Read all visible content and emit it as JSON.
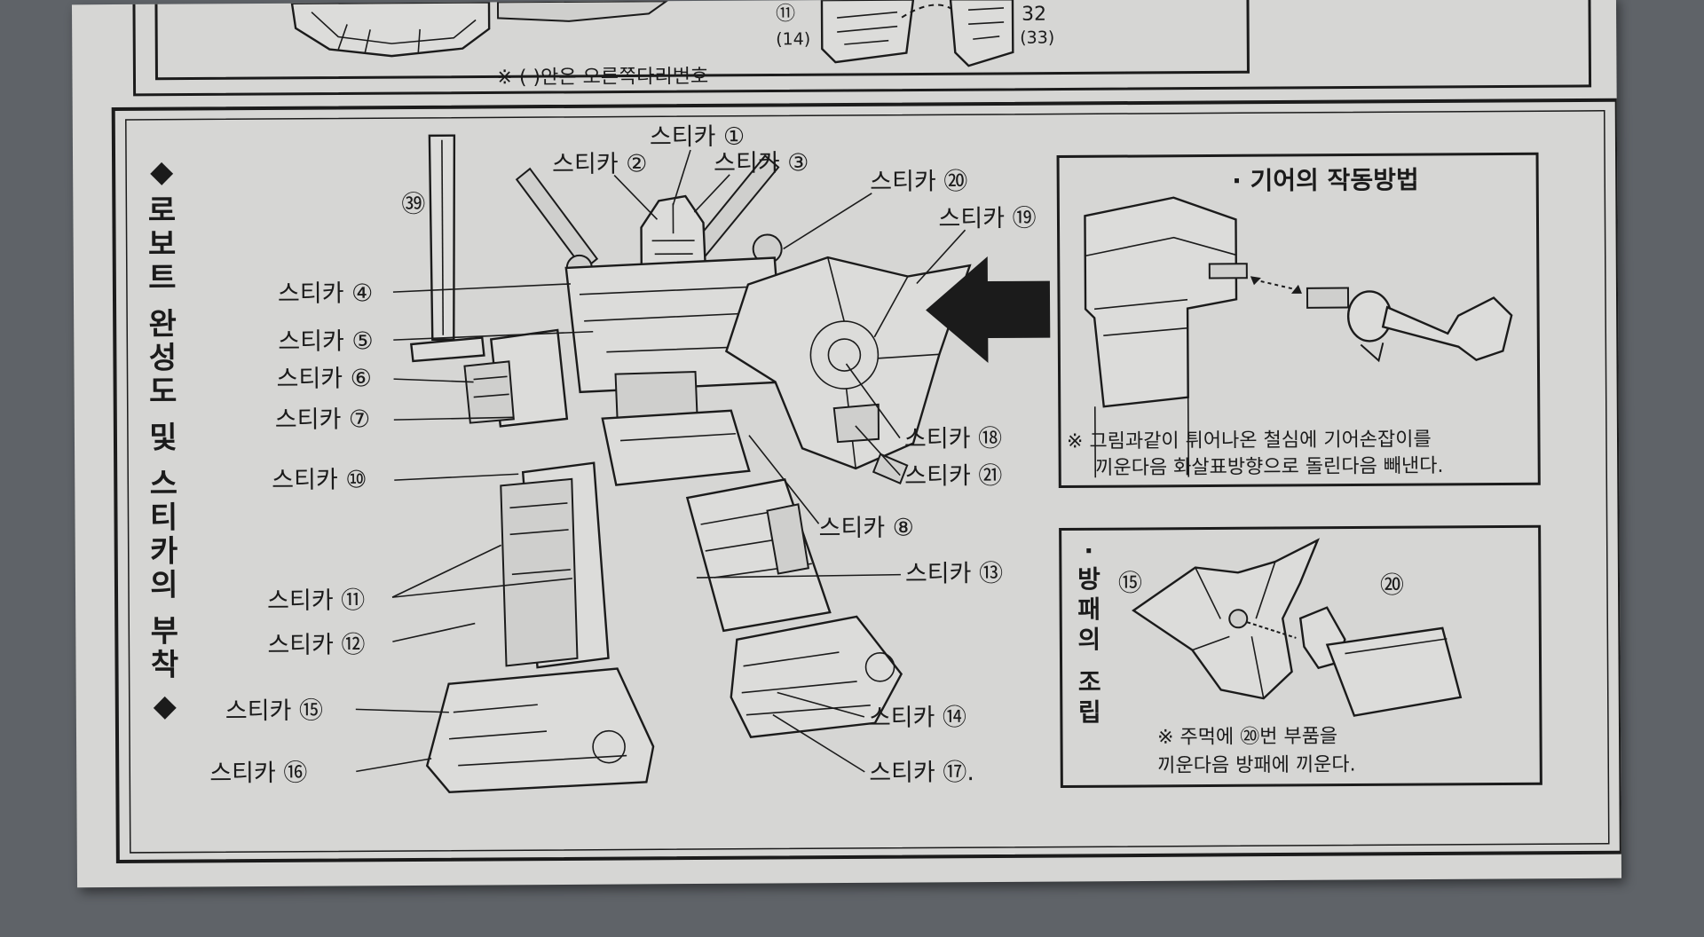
{
  "top_panel": {
    "note": "※ (    )안은 오른쪽다리번호",
    "left_numbers": [
      "⑪",
      "(14)"
    ],
    "right_numbers": [
      "32",
      "(33)"
    ]
  },
  "side_title": [
    "로",
    "보",
    "트",
    "완",
    "성",
    "도",
    "및",
    "스",
    "티",
    "카",
    "의",
    "부",
    "착"
  ],
  "diamond": "◆",
  "part_39": "㊴",
  "labels": {
    "s1": "스티카 ①",
    "s2": "스티카 ②",
    "s3": "스티카 ③",
    "s20": "스티카 ⑳",
    "s19": "스티카 ⑲",
    "s4": "스티카 ④",
    "s5": "스티카 ⑤",
    "s6": "스티카 ⑥",
    "s7": "스티카 ⑦",
    "s10": "스티카 ⑩",
    "s18": "스티카 ⑱",
    "s21": "스티카 ㉑",
    "s8": "스티카 ⑧",
    "s13": "스티카 ⑬",
    "s11": "스티카 ⑪",
    "s12": "스티카 ⑫",
    "s15": "스티카 ⑮",
    "s16": "스티카 ⑯",
    "s14": "스티카 ⑭",
    "s17": "스티카 ⑰."
  },
  "gear_box": {
    "title": "· 기어의 작동방법",
    "note_line1": "※ 그림과같이 튀어나온 철심에 기어손잡이를",
    "note_line2": "끼운다음 화살표방향으로 돌린다음 빼낸다."
  },
  "shield_box": {
    "title": [
      "·",
      "방",
      "패",
      "의",
      "조",
      "립"
    ],
    "num_left": "⑮",
    "num_right": "⑳",
    "note_line1": "※ 주먹에 ⑳번 부품을",
    "note_line2": "끼운다음 방패에 끼운다."
  }
}
